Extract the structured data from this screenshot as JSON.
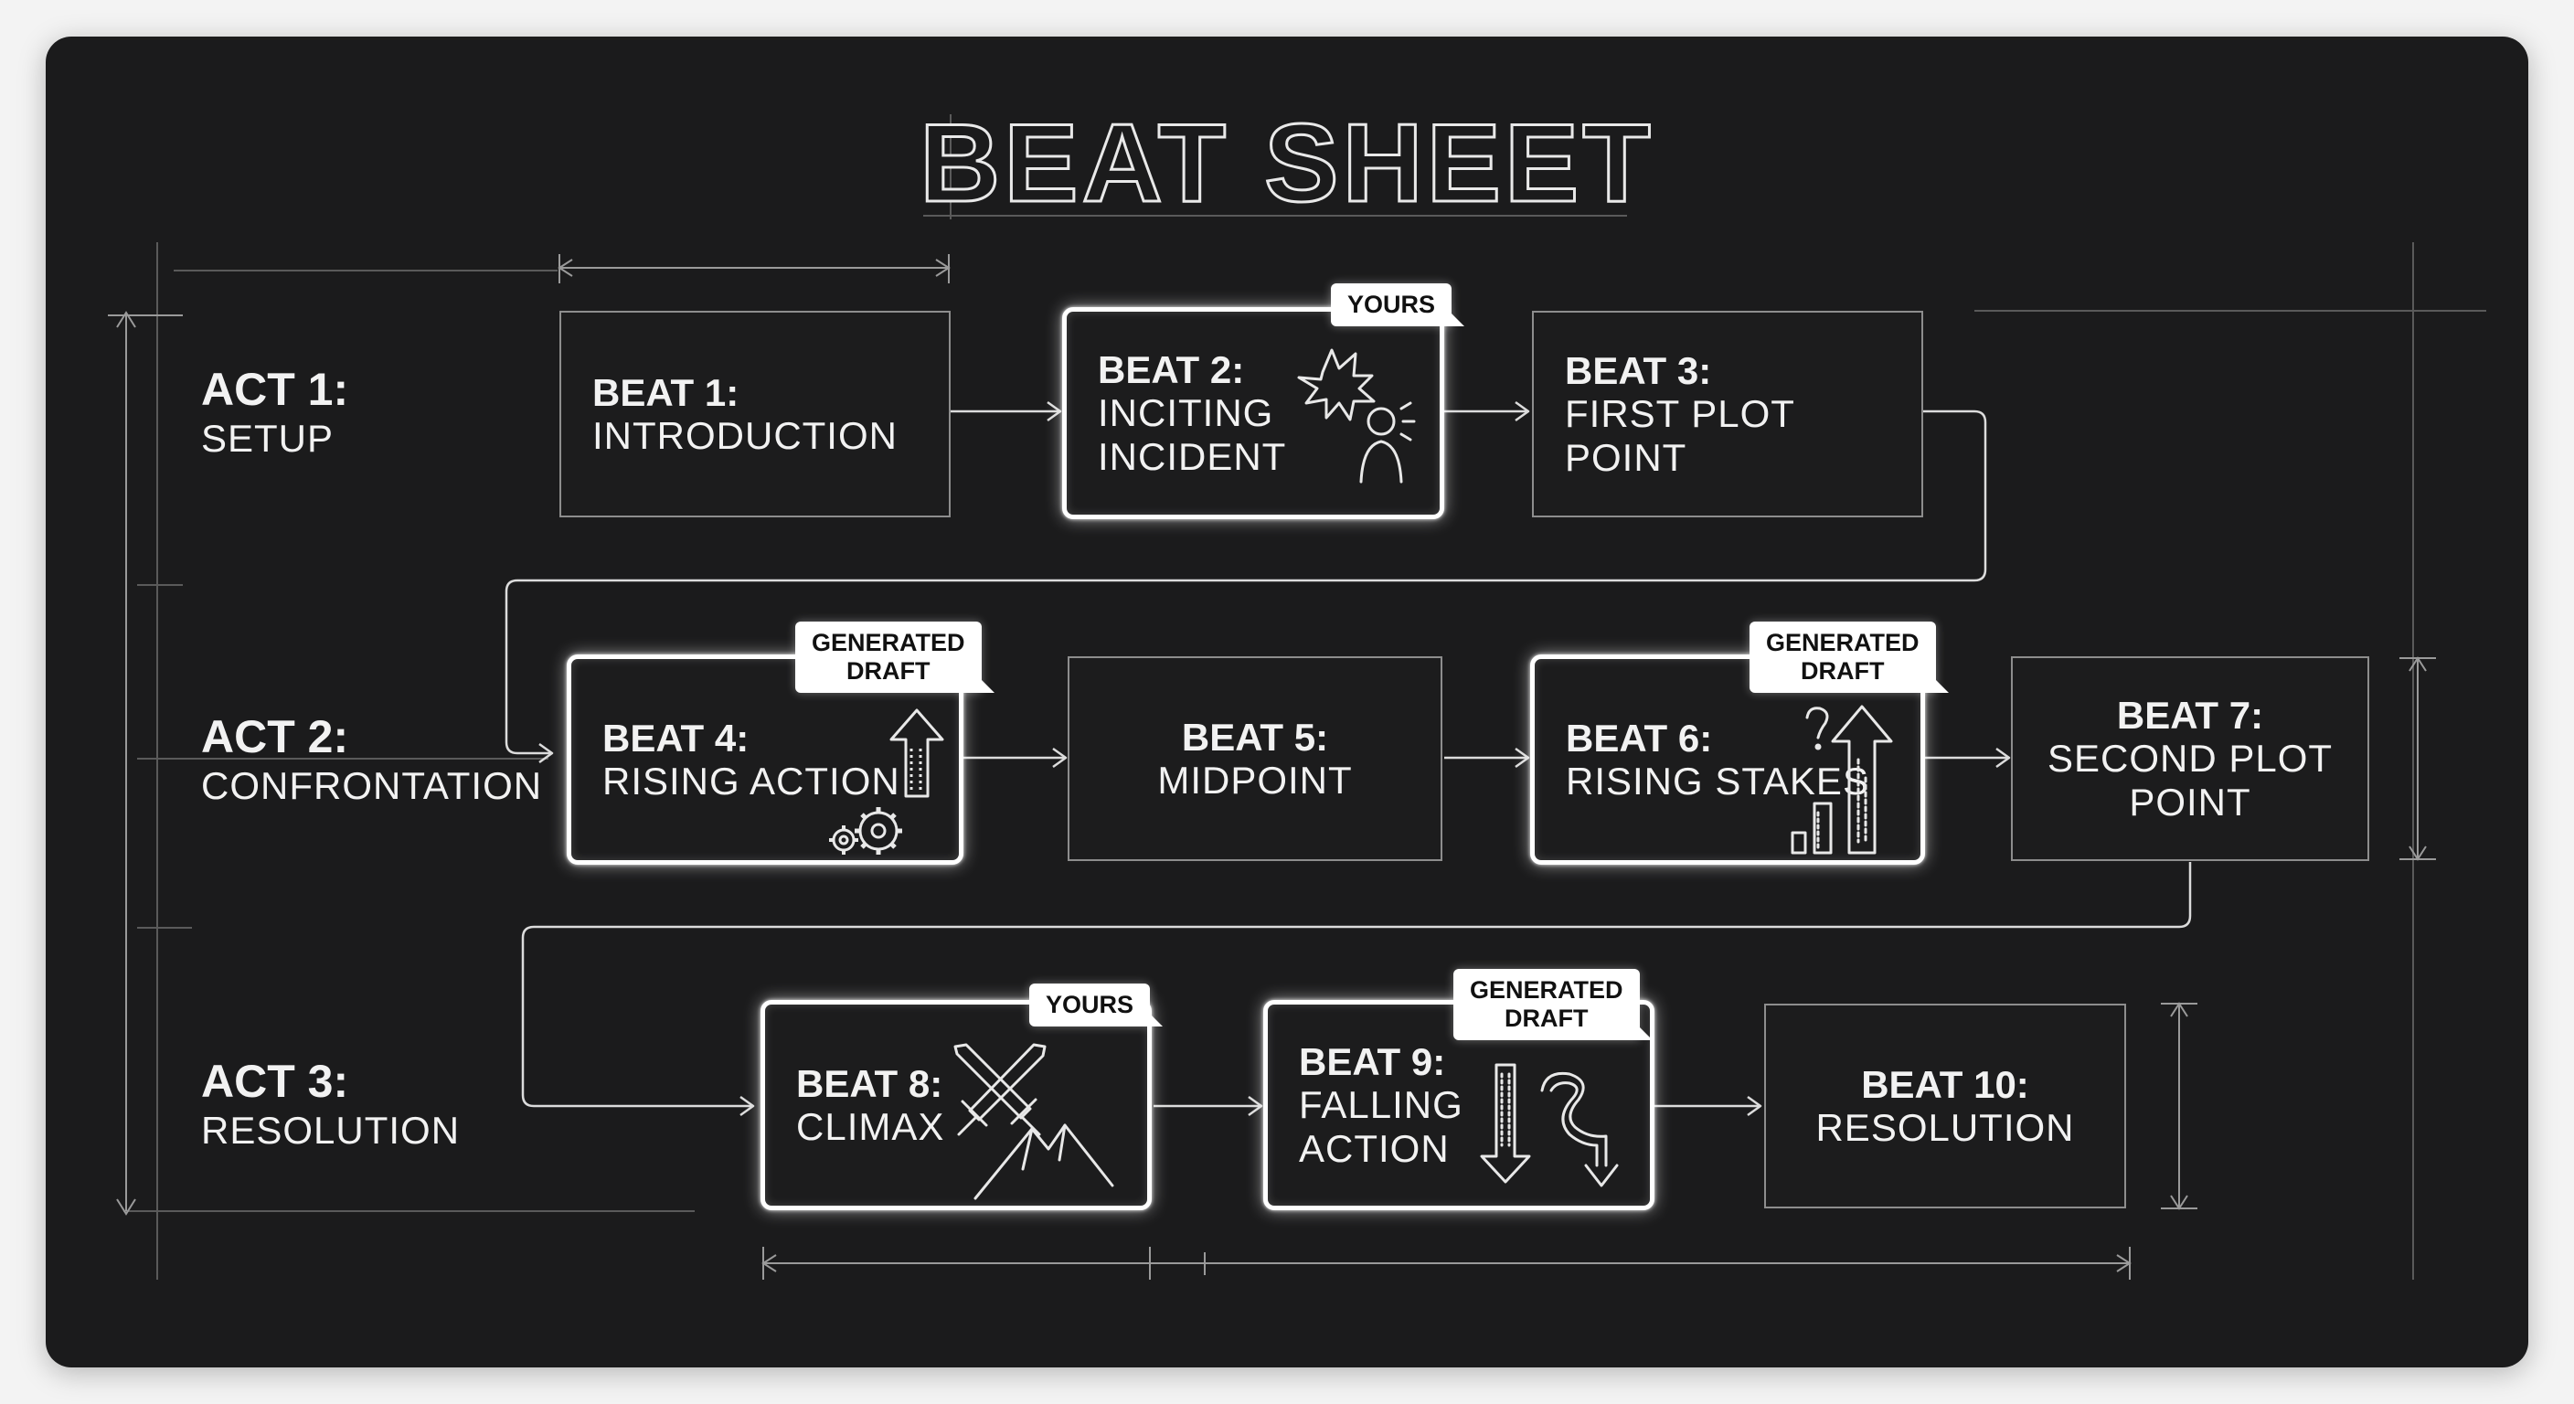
{
  "title": "BEAT SHEET",
  "acts": [
    {
      "num": "ACT 1:",
      "name": "SETUP"
    },
    {
      "num": "ACT 2:",
      "name": "CONFRONTATION"
    },
    {
      "num": "ACT 3:",
      "name": "RESOLUTION"
    }
  ],
  "beats": [
    {
      "num": "BEAT 1:",
      "title": "INTRODUCTION"
    },
    {
      "num": "BEAT 2:",
      "title": "INCITING\nINCIDENT",
      "tag": "YOURS",
      "icon": "explosion-person-icon"
    },
    {
      "num": "BEAT 3:",
      "title": "FIRST PLOT POINT"
    },
    {
      "num": "BEAT 4:",
      "title": "RISING ACTION",
      "tag": "GENERATED\nDRAFT",
      "icon": "gears-arrow-up-icon"
    },
    {
      "num": "BEAT 5:",
      "title": "MIDPOINT"
    },
    {
      "num": "BEAT 6:",
      "title": "RISING STAKES",
      "tag": "GENERATED\nDRAFT",
      "icon": "question-bars-arrow-icon"
    },
    {
      "num": "BEAT 7:",
      "title": "SECOND PLOT\nPOINT"
    },
    {
      "num": "BEAT 8:",
      "title": "CLIMAX",
      "tag": "YOURS",
      "icon": "crossed-swords-mountain-icon"
    },
    {
      "num": "BEAT 9:",
      "title": "FALLING\nACTION",
      "tag": "GENERATED\nDRAFT",
      "icon": "arrows-down-curve-icon"
    },
    {
      "num": "BEAT 10:",
      "title": "RESOLUTION"
    }
  ],
  "colors": {
    "background": "#1b1b1c",
    "line": "#d8d8d8",
    "highlight": "#ffffff",
    "page": "#f3f3f3"
  }
}
